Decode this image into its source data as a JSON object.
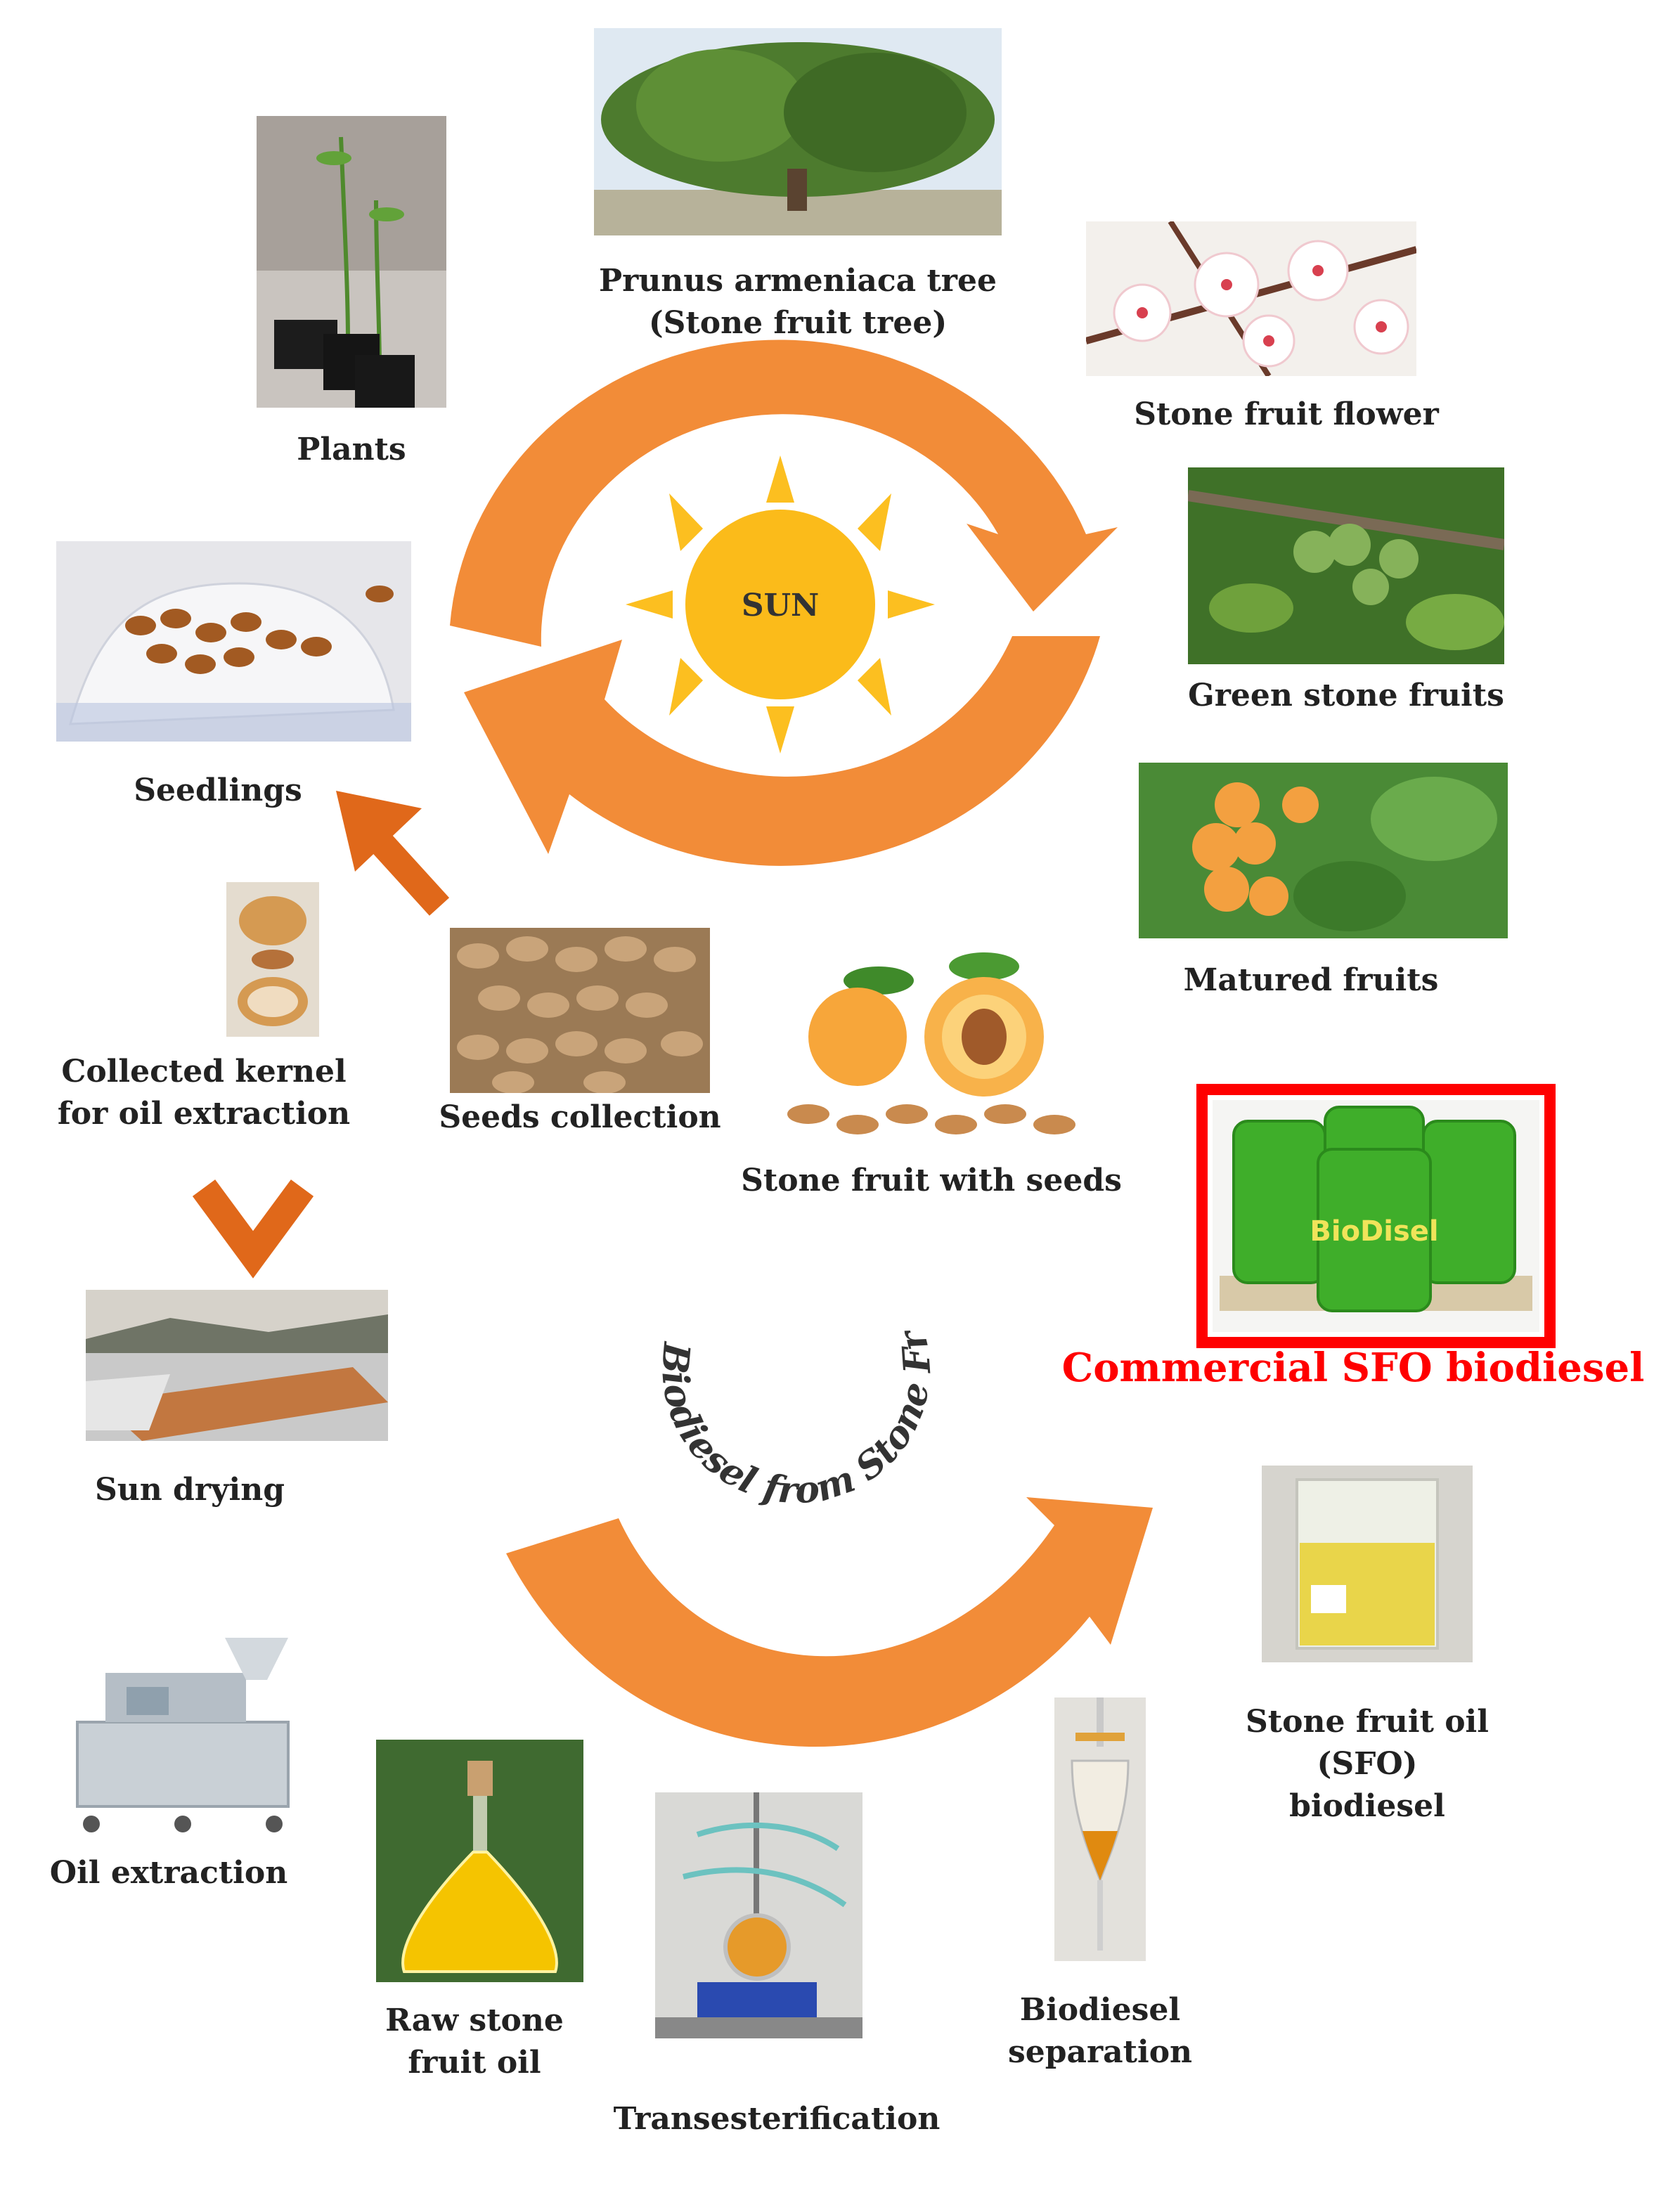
{
  "sun_label": "SUN",
  "curved_text": "Biodiesel from Stone Fruit Seeds",
  "barrel_text": "BioDisel",
  "colors": {
    "arrow": "#f28c38",
    "arrow_dark": "#e0681a",
    "sun": "#fbbb1a",
    "sun_ray": "#fcbf20",
    "highlight": "#ff0000"
  },
  "stages": {
    "tree": "Prunus armeniaca tree",
    "tree_sub": "(Stone fruit tree)",
    "flower": "Stone fruit flower",
    "green_fruits": "Green stone fruits",
    "matured_fruits": "Matured fruits",
    "fruit_seeds": "Stone fruit with seeds",
    "seeds_collection": "Seeds collection",
    "kernel_1": "Collected kernel",
    "kernel_2": "for oil extraction",
    "seedlings": "Seedlings",
    "plants": "Plants",
    "sun_drying": "Sun drying",
    "oil_extraction": "Oil extraction",
    "raw_oil_1": "Raw stone",
    "raw_oil_2": "fruit oil",
    "transesterification": "Transesterification",
    "separation_1": "Biodiesel",
    "separation_2": "separation",
    "sfo_1": "Stone fruit oil",
    "sfo_2": "(SFO)",
    "sfo_3": "biodiesel",
    "commercial": "Commercial SFO biodiesel"
  }
}
